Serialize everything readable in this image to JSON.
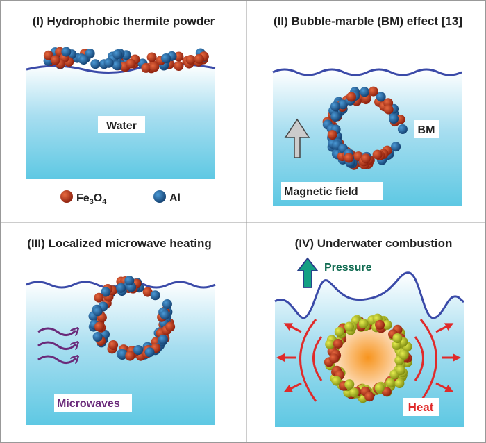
{
  "panels": [
    {
      "title": "(I) Hydrophobic thermite powder",
      "label": "Water"
    },
    {
      "title": "(II) Bubble-marble (BM) effect [13]",
      "label": "BM",
      "arrow_label": "Magnetic field"
    },
    {
      "title": "(III) Localized microwave heating",
      "label": "Microwaves"
    },
    {
      "title": "(IV) Underwater combustion",
      "label": "Heat",
      "arrow_label": "Pressure"
    }
  ],
  "legend": {
    "fe3o4": "Fe",
    "fe3o4_sub1": "3",
    "fe3o4_o": "O",
    "fe3o4_sub2": "4",
    "al": "Al"
  },
  "colors": {
    "fe3o4": "#b8321a",
    "al": "#1f5f9a",
    "product": "#b3bd1f",
    "water_top": "#ffffff",
    "water_bottom": "#5ec8e3",
    "wave": "#3a4aa8",
    "heat": "#e02a2a",
    "pressure": "#0f7a5a",
    "microwave": "#6a2a7a"
  }
}
